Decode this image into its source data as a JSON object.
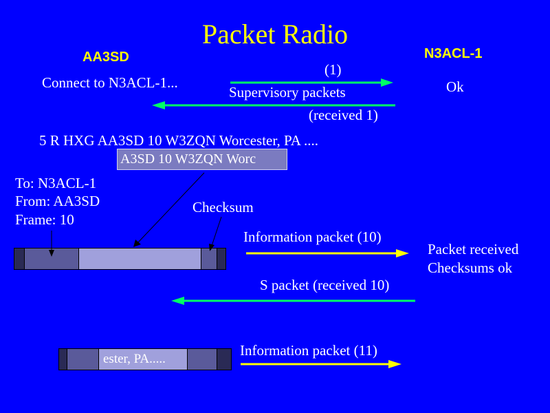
{
  "title": "Packet Radio",
  "stations": {
    "left": "AA3SD",
    "right": "N3ACL-1"
  },
  "texts": {
    "connect": "Connect to N3ACL-1...",
    "ok": "Ok",
    "seq1": "(1)",
    "supervisory": "Supervisory packets",
    "received1": "(received 1)",
    "message": "5 R HXG AA3SD 10 W3ZQN Worcester, PA ....",
    "highlight": "A3SD 10 W3ZQN Worc",
    "to": "To: N3ACL-1",
    "from": "From: AA3SD",
    "frame": "Frame: 10",
    "checksum": "Checksum",
    "info10": "Information packet (10)",
    "packet_received": "Packet received",
    "checksums_ok": "Checksums ok",
    "spacket": "S packet (received  10)",
    "info11": "Information packet (11)",
    "frame2_data": "ester, PA....."
  },
  "colors": {
    "background": "#0000ff",
    "title": "#ffff00",
    "green_arrow": "#00ff66",
    "yellow_arrow": "#ffff00"
  }
}
